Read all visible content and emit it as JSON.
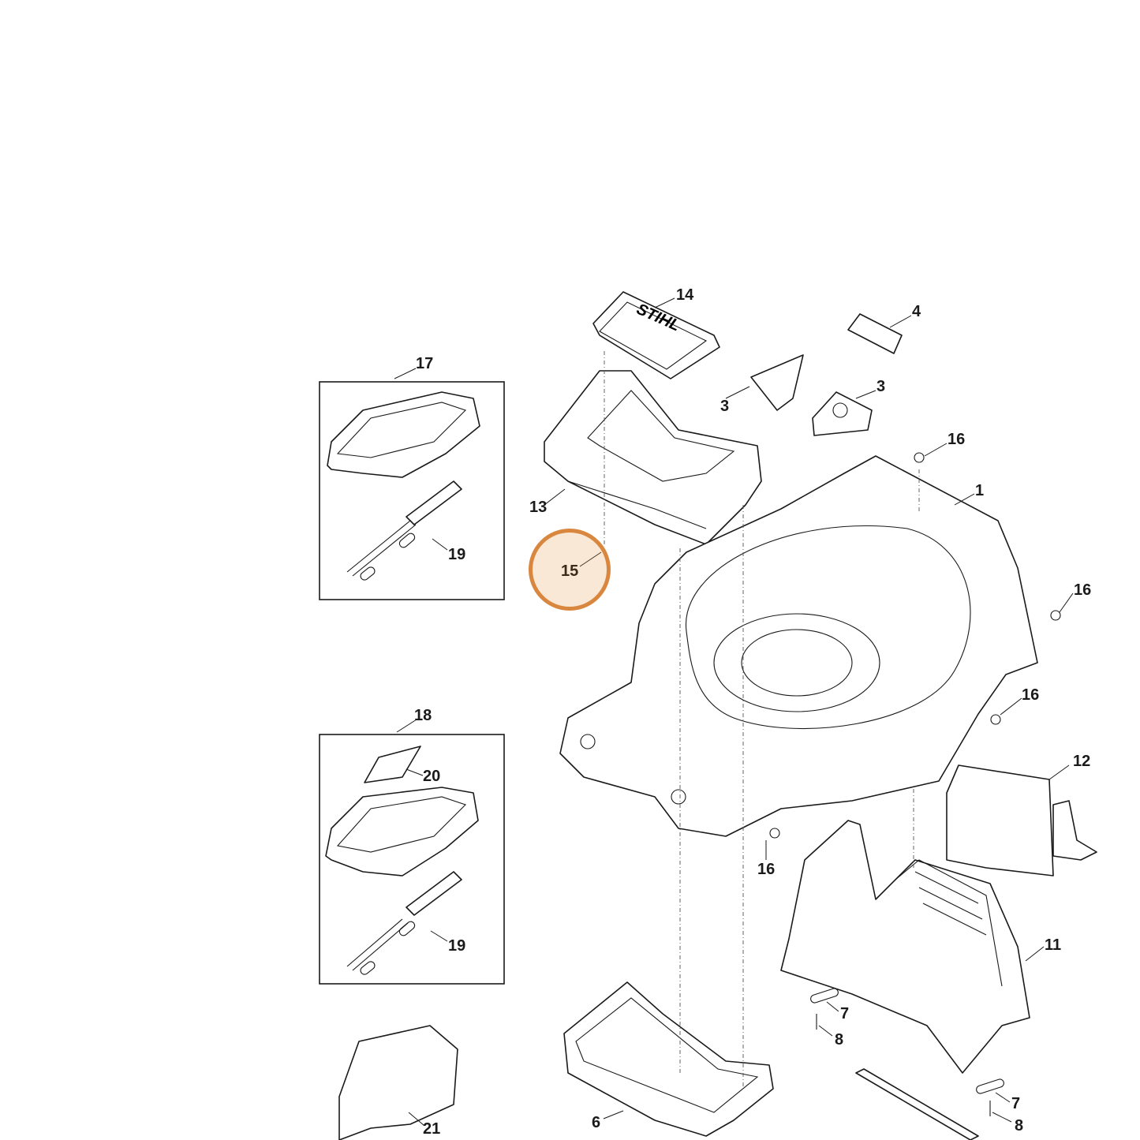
{
  "diagram": {
    "brand_logo_text": "STIHL",
    "highlight": {
      "label": "15",
      "color": "#d9873e"
    },
    "callouts": [
      {
        "id": "c14",
        "label": "14"
      },
      {
        "id": "c4",
        "label": "4"
      },
      {
        "id": "c17",
        "label": "17"
      },
      {
        "id": "c3a",
        "label": "3"
      },
      {
        "id": "c3b",
        "label": "3"
      },
      {
        "id": "c16a",
        "label": "16"
      },
      {
        "id": "c1",
        "label": "1"
      },
      {
        "id": "c13",
        "label": "13"
      },
      {
        "id": "c19a",
        "label": "19"
      },
      {
        "id": "c16b",
        "label": "16"
      },
      {
        "id": "c16c",
        "label": "16"
      },
      {
        "id": "c18",
        "label": "18"
      },
      {
        "id": "c12",
        "label": "12"
      },
      {
        "id": "c20",
        "label": "20"
      },
      {
        "id": "c16d",
        "label": "16"
      },
      {
        "id": "c19b",
        "label": "19"
      },
      {
        "id": "c11",
        "label": "11"
      },
      {
        "id": "c7a",
        "label": "7"
      },
      {
        "id": "c8a",
        "label": "8"
      },
      {
        "id": "c7b",
        "label": "7"
      },
      {
        "id": "c8b",
        "label": "8"
      },
      {
        "id": "c6",
        "label": "6"
      },
      {
        "id": "c21",
        "label": "21"
      }
    ]
  }
}
